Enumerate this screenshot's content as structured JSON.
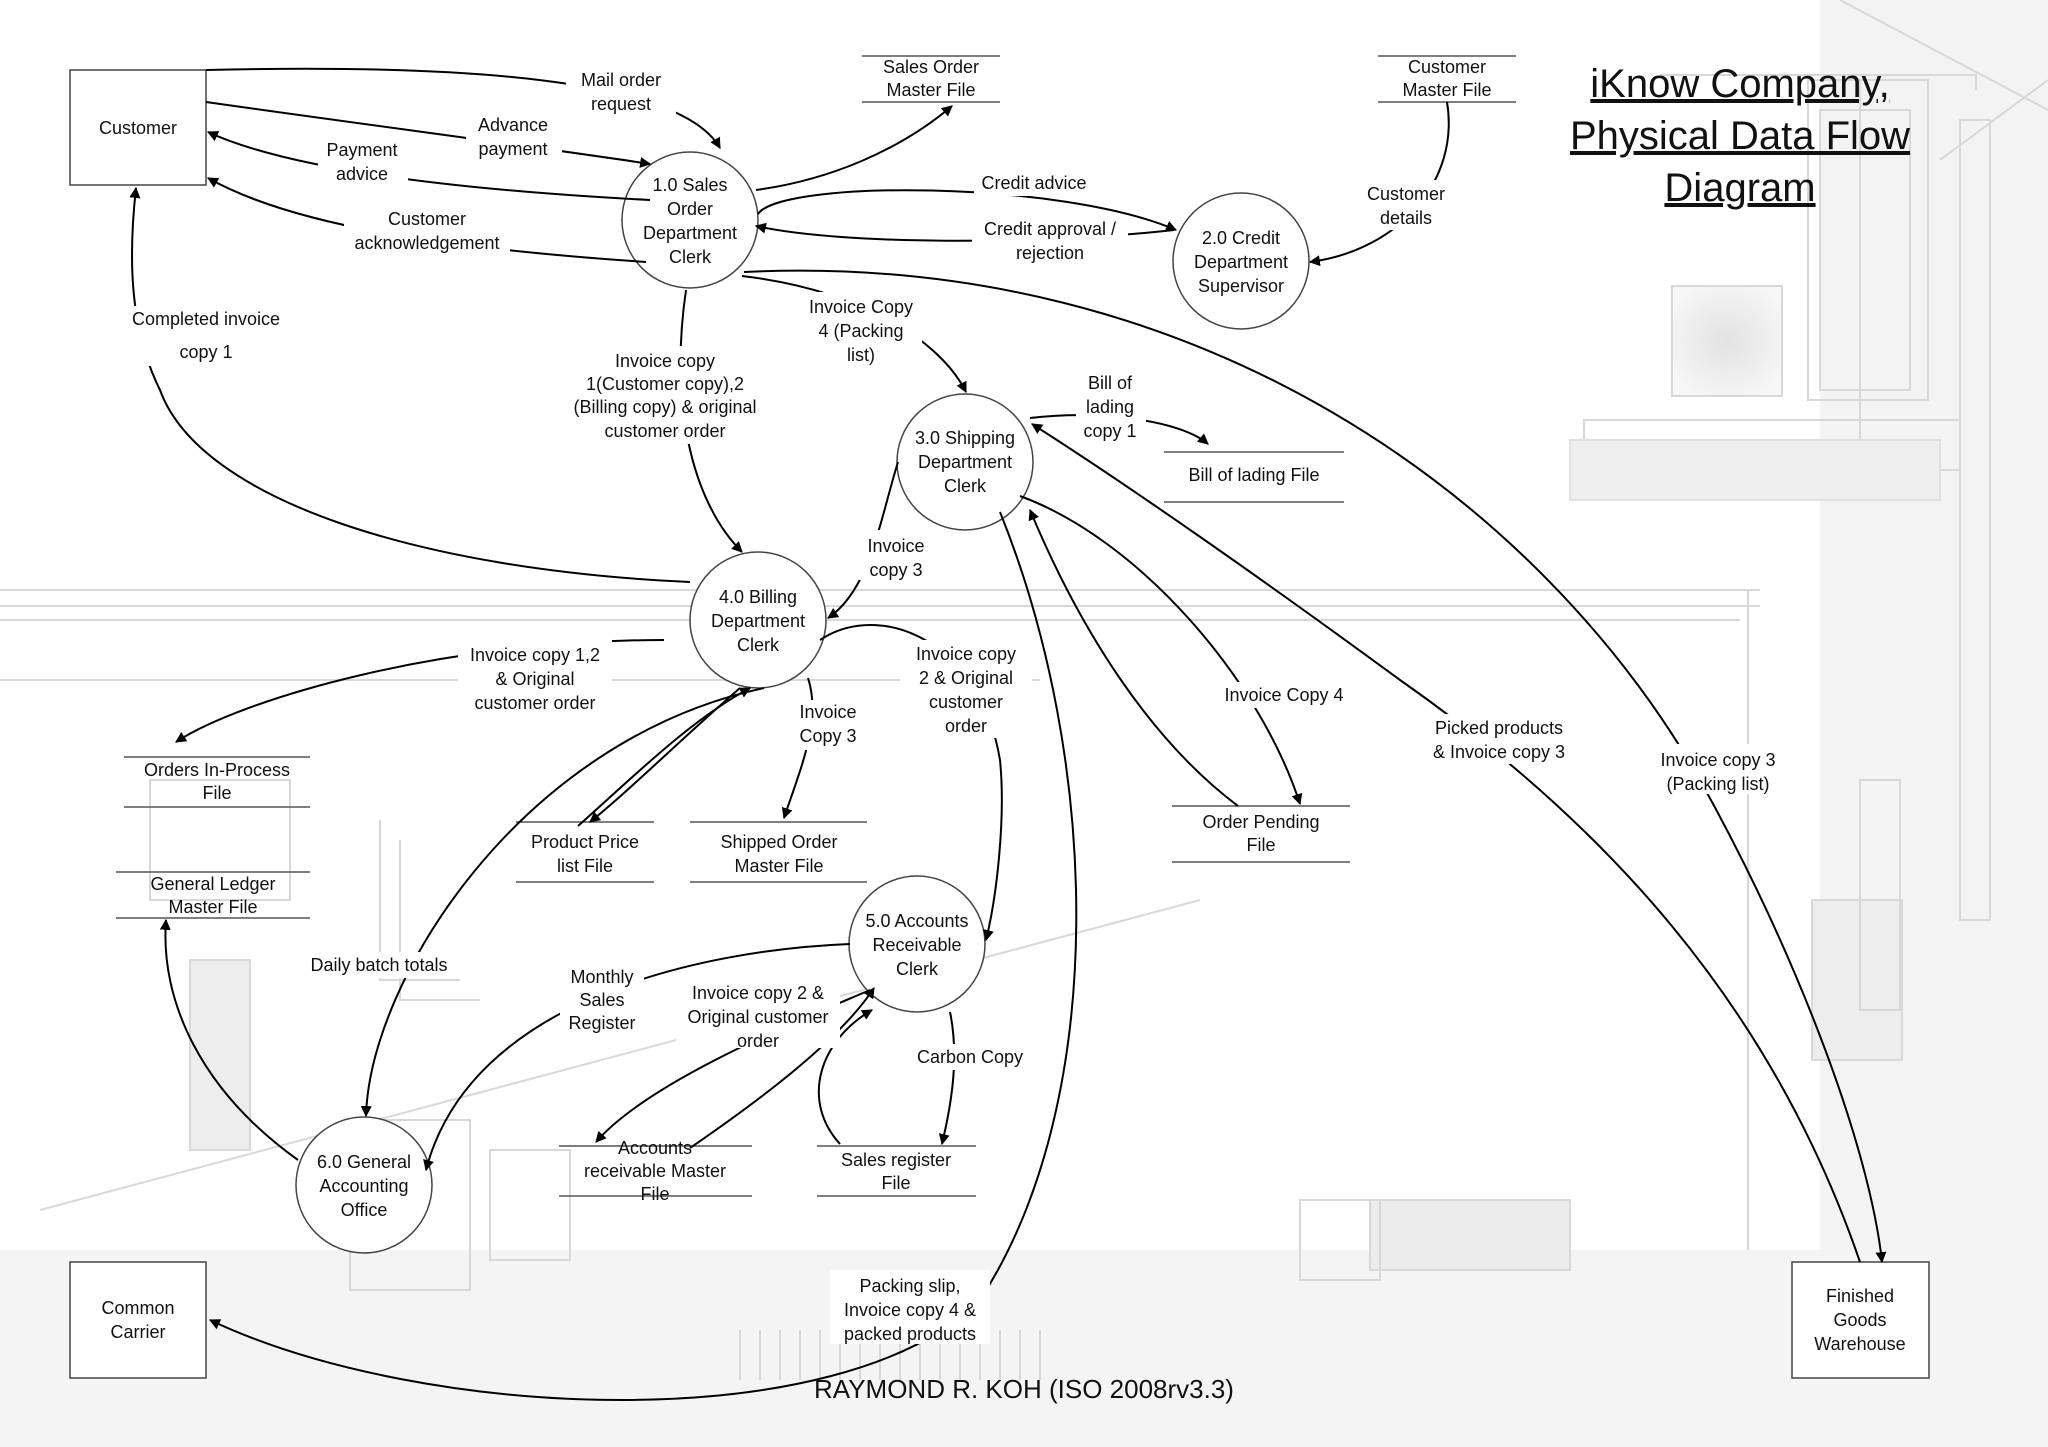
{
  "title": [
    "iKnow Company,",
    "Physical Data Flow",
    "Diagram"
  ],
  "footer": "RAYMOND R. KOH (ISO 2008rv3.3)",
  "entities": {
    "customer": [
      "Customer"
    ],
    "common_carrier": [
      "Common",
      "Carrier"
    ],
    "finished_goods": [
      "Finished",
      "Goods",
      "Warehouse"
    ]
  },
  "processes": {
    "p1": [
      "1.0 Sales",
      "Order",
      "Department",
      "Clerk"
    ],
    "p2": [
      "2.0 Credit",
      "Department",
      "Supervisor"
    ],
    "p3": [
      "3.0 Shipping",
      "Department",
      "Clerk"
    ],
    "p4": [
      "4.0 Billing",
      "Department",
      "Clerk"
    ],
    "p5": [
      "5.0 Accounts",
      "Receivable",
      "Clerk"
    ],
    "p6": [
      "6.0 General",
      "Accounting",
      "Office"
    ]
  },
  "stores": {
    "sales_order_master": [
      "Sales Order",
      "Master File"
    ],
    "customer_master": [
      "Customer",
      "Master File"
    ],
    "bill_of_lading": [
      "Bill of lading File"
    ],
    "orders_in_process": [
      "Orders In-Process",
      "File"
    ],
    "general_ledger": [
      "General Ledger",
      "Master File"
    ],
    "product_price": [
      "Product Price",
      "list File"
    ],
    "shipped_order": [
      "Shipped Order",
      "Master File"
    ],
    "order_pending": [
      "Order Pending",
      "File"
    ],
    "ar_master": [
      "Accounts",
      "receivable Master",
      "File"
    ],
    "sales_register": [
      "Sales register",
      "File"
    ]
  },
  "flows": {
    "mail_order": [
      "Mail order",
      "request"
    ],
    "advance_payment": [
      "Advance",
      "payment"
    ],
    "payment_advice": [
      "Payment",
      "advice"
    ],
    "customer_ack": [
      "Customer",
      "acknowledgement"
    ],
    "credit_advice": [
      "Credit advice"
    ],
    "credit_approval": [
      "Credit approval /",
      "rejection"
    ],
    "customer_details": [
      "Customer",
      "details"
    ],
    "completed_invoice": [
      "Completed invoice",
      "copy 1"
    ],
    "invoice_copy4_packing": [
      "Invoice Copy",
      "4 (Packing",
      "list)"
    ],
    "invoice_copy_123": [
      "Invoice copy",
      "1(Customer copy),2",
      "(Billing copy) & original",
      "customer order"
    ],
    "bill_of_lading_flow": [
      "Bill of",
      "lading",
      "copy 1"
    ],
    "invoice_copy3_a": [
      "Invoice",
      "copy 3"
    ],
    "invoice_copy12_orig": [
      "Invoice copy 1,2",
      "& Original",
      "customer order"
    ],
    "invoice_copy3_b": [
      "Invoice",
      "Copy 3"
    ],
    "invoice_copy2_orig": [
      "Invoice copy",
      "2 & Original",
      "customer",
      "order"
    ],
    "invoice_copy4": [
      "Invoice Copy 4"
    ],
    "picked_products": [
      "Picked products",
      "& Invoice copy 3"
    ],
    "invoice_copy3_packing": [
      "Invoice copy 3",
      "(Packing list)"
    ],
    "daily_batch": [
      "Daily batch totals"
    ],
    "monthly_sales": [
      "Monthly",
      "Sales",
      "Register"
    ],
    "invoice_copy2_ar": [
      "Invoice copy 2 &",
      "Original customer",
      "order"
    ],
    "carbon_copy": [
      "Carbon Copy"
    ],
    "packing_slip": [
      "Packing slip,",
      "Invoice copy 4 &",
      "packed products"
    ]
  }
}
